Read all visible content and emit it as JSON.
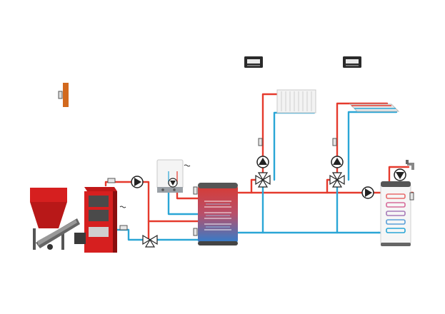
{
  "diagram": {
    "type": "heating-system-schematic",
    "colors": {
      "hot_pipe": "#e53a2d",
      "cold_pipe": "#2aa6d6",
      "boiler_red": "#d61f1f",
      "boiler_dark": "#9a1010",
      "tank_hot": "#d83a32",
      "tank_cold": "#2b7fd0",
      "sensor_gray": "#9aa0a6",
      "orange_sensor": "#d2691e",
      "thermostat_dark": "#2a2a2a"
    },
    "components": [
      {
        "id": "pellet-hopper",
        "icon": "pellet-hopper-icon"
      },
      {
        "id": "solid-fuel-boiler",
        "icon": "boiler-icon"
      },
      {
        "id": "gas-boiler",
        "icon": "wall-boiler-icon"
      },
      {
        "id": "buffer-tank",
        "icon": "buffer-tank-icon"
      },
      {
        "id": "hot-water-cylinder",
        "icon": "dhw-cylinder-icon"
      },
      {
        "id": "radiator",
        "icon": "radiator-icon"
      },
      {
        "id": "underfloor-heating",
        "icon": "underfloor-icon"
      },
      {
        "id": "room-thermostat-1",
        "icon": "thermostat-icon"
      },
      {
        "id": "room-thermostat-2",
        "icon": "thermostat-icon"
      },
      {
        "id": "outdoor-sensor",
        "icon": "outdoor-sensor-icon"
      },
      {
        "id": "hot-water-tap",
        "icon": "tap-icon"
      }
    ],
    "pumps": 5,
    "mixing_valves": 3,
    "temperature_sensors": 7
  }
}
